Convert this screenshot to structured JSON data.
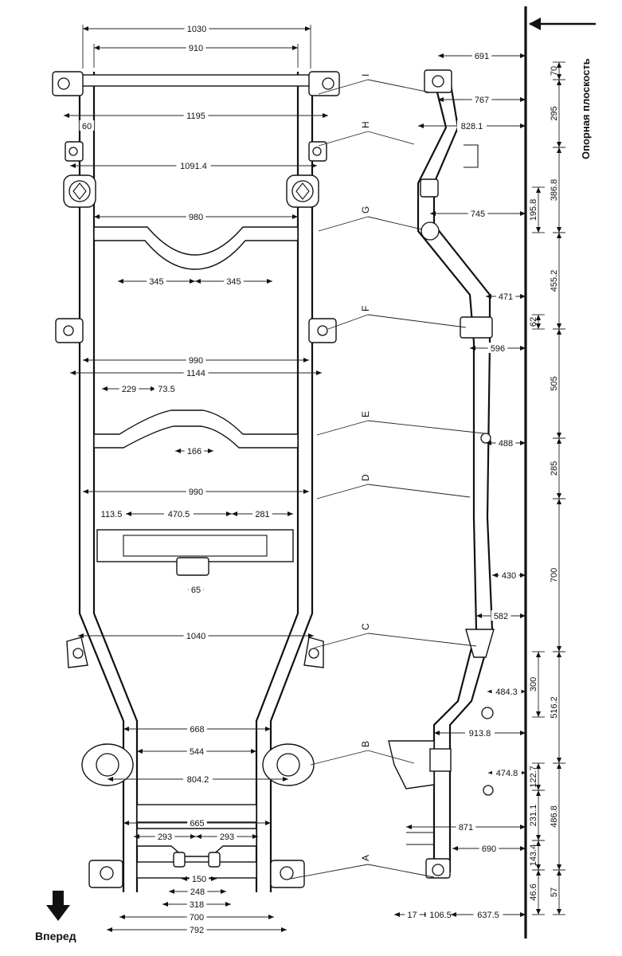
{
  "reference_plane_label": "Опорная плоскость",
  "forward_label": "Вперед",
  "sections": [
    "I",
    "H",
    "G",
    "F",
    "E",
    "D",
    "C",
    "B",
    "A"
  ],
  "top_view_dims": {
    "d1030": "1030",
    "d910": "910",
    "d1195": "1195",
    "d60": "60",
    "d1091": "1091.4",
    "d980": "980",
    "d345a": "345",
    "d345b": "345",
    "d990a": "990",
    "d1144": "1144",
    "d229": "229",
    "d735": "73.5",
    "d166": "166",
    "d990b": "990",
    "d1135": "113.5",
    "d4705": "470.5",
    "d281": "281",
    "d65": "65",
    "d1040": "1040",
    "d668": "668",
    "d544": "544",
    "d8042": "804.2",
    "d665": "665",
    "d293a": "293",
    "d293b": "293",
    "d150": "150",
    "d248": "248",
    "d318": "318",
    "d700": "700",
    "d792": "792"
  },
  "side_view_dims": {
    "h691": "691",
    "h767": "767",
    "h8281": "828.1",
    "h745": "745",
    "h471": "471",
    "h596": "596",
    "h488": "488",
    "h430": "430",
    "h582": "582",
    "h4843": "484.3",
    "h9138": "913.8",
    "h4748": "474.8",
    "h871": "871",
    "h690": "690",
    "h17": "17",
    "h1065": "106.5",
    "h6375": "637.5"
  },
  "vertical_dims": {
    "v70": "70",
    "v295": "295",
    "v3868": "386.8",
    "v1958": "195.8",
    "v4552": "455.2",
    "v62": "62",
    "v505": "505",
    "v285": "285",
    "v700": "700",
    "v300": "300",
    "v5162": "516.2",
    "v1227": "122.7",
    "v2311": "231.1",
    "v4868": "486.8",
    "v1434": "143.4",
    "v466": "46.6",
    "v57": "57"
  }
}
